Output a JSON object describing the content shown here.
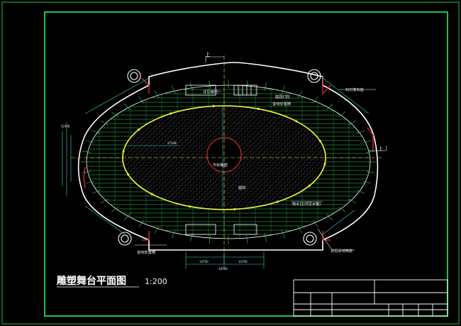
{
  "drawing": {
    "title": "雕塑舞台平面图",
    "scale": "1:200",
    "colors": {
      "background": "#000000",
      "frame": "#22c04a",
      "outline": "#ffffff",
      "grid": "#2fd255",
      "dimension": "#35d4c9",
      "center_axis": "#e8e83a",
      "hatch": "#8a8a8a",
      "accent_red": "#d42a2a",
      "note_text": "#ffffff"
    }
  },
  "annotations": {
    "direction_top": "上",
    "direction_right": "上",
    "detail_paving": "详见铺地一",
    "garden_light": "庭园灯柱",
    "speaker_top": "音响安置槽",
    "stone_lamp": "石灯笼石座",
    "sculpture": "市标雕塑",
    "courtyard": "庭院",
    "drain": "雨水口(详见水施)",
    "speaker_bottom": "音响安置槽",
    "fountain": "详见旱地喷泉",
    "left_note": "石头坎"
  },
  "dimensions": {
    "bottom_left": "14750",
    "bottom_center": "29500",
    "bottom_right": "14750",
    "inner_left": "27248"
  }
}
